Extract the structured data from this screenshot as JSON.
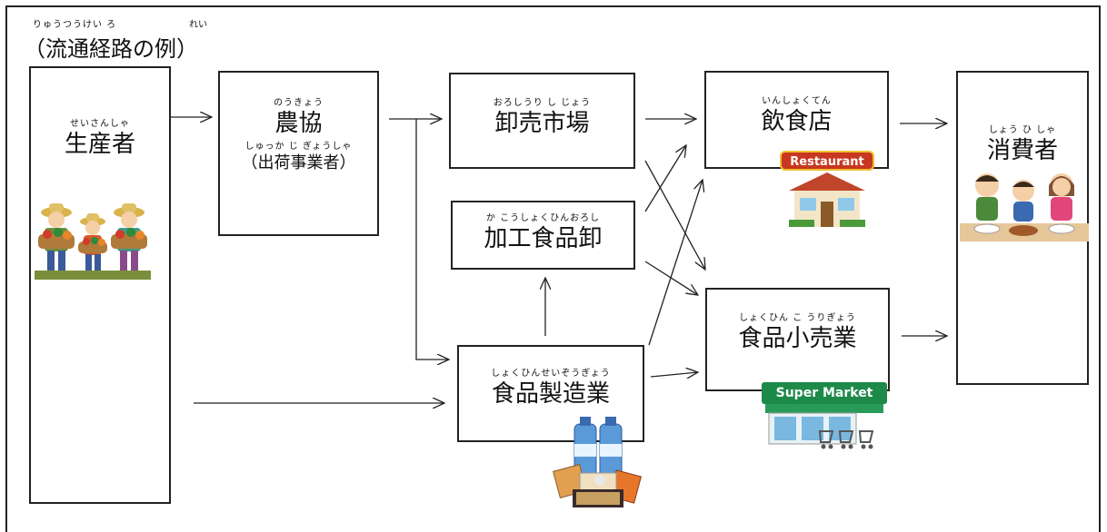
{
  "title": {
    "ruby_1": "りゅうつうけい ろ",
    "ruby_2": "れい",
    "text": "（流通経路の例）"
  },
  "nodes": {
    "producer": {
      "ruby": "せいさんしゃ",
      "label": "生産者"
    },
    "ja": {
      "ruby": "のうきょう",
      "label": "農協",
      "sub_ruby": "しゅっか じ ぎょうしゃ",
      "sub": "（出荷事業者）"
    },
    "wholesale_market": {
      "ruby": "おろしうり し じょう",
      "label": "卸売市場"
    },
    "processed_wholesale": {
      "ruby": "か こうしょくひんおろし",
      "label": "加工食品卸"
    },
    "manufacturer": {
      "ruby": "しょくひんせいぞうぎょう",
      "label": "食品製造業"
    },
    "restaurant": {
      "ruby": "いんしょくてん",
      "label": "飲食店"
    },
    "retail": {
      "ruby": "しょくひん こ うりぎょう",
      "label": "食品小売業"
    },
    "consumer": {
      "ruby": "しょう ひ しゃ",
      "label": "消費者"
    }
  },
  "signs": {
    "restaurant": "Restaurant",
    "supermarket": "Super Market"
  },
  "colors": {
    "line": "#222222",
    "restaurant_sign": "#c8371f",
    "supermarket_sign": "#1d8a4a"
  }
}
